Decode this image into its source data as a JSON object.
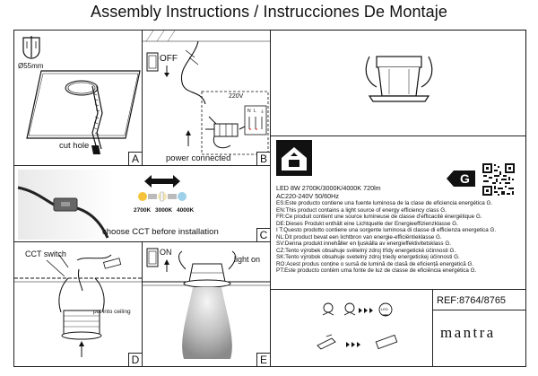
{
  "title": "Assembly Instructions / Instrucciones De Montaje",
  "panel_a": {
    "diameter": "Ø55mm",
    "caption": "cut hole",
    "letter": "A"
  },
  "panel_b": {
    "off": "OFF",
    "voltage": "220V",
    "terminals": [
      "N",
      "L",
      "⏚"
    ],
    "caption": "power connected",
    "letter": "B"
  },
  "panel_c": {
    "cct_labels": [
      "2700K",
      "3000K",
      "4000K"
    ],
    "caption": "choose CCT before installation",
    "letter": "C"
  },
  "panel_d": {
    "cct_switch": "CCT switch",
    "into_ceiling": "put into ceiling",
    "letter": "D"
  },
  "panel_e": {
    "on": "ON",
    "light_on": "light on",
    "letter": "E"
  },
  "energy": {
    "class": "G",
    "spec_line1": "LED 8W 2700K/3000K/4000K 720lm",
    "spec_line2": "AC220-240V 50/60Hz",
    "lines": [
      "ES:Este producto contiene una fuente luminosa de la clase de eficiencia energética G.",
      "EN:This product contains a light source of energy efficiency class G.",
      "FR:Ce produit contient une source lumineuse de classe d’efficacité énergétique G.",
      "DE:Dieses Produkt enthält eine Lichtquelle der Energieeffizienzklasse G.",
      "I T:Questo prodotto contiene una sorgente luminosa di classe di efficienza energetica G.",
      "NL:Dit product bevat een lichtbron van energie-efficiëntieklasse G.",
      "SV:Denna produkt innehåller en ljuskälla av energieffektivitetsklass G.",
      "CZ:Tento výrobek obsahuje světelný zdroj třídy energetické účinnosti G.",
      "SK:Tento výrobok obsahuje svetelný zdroj triedy energetickej účinnosti G.",
      "RO:Acest produs conține o sursă de lumină de clasă de eficiență energetică G.",
      "PT:Este producto contém uma fonte de luz de classe de eficiência energética G."
    ]
  },
  "ref": "REF:8764/8765",
  "brand": "mantra",
  "colors": {
    "stroke": "#111111",
    "warm": "#f5c33b",
    "cool": "#9fd0ea",
    "neutral": "#f3e6b3"
  }
}
